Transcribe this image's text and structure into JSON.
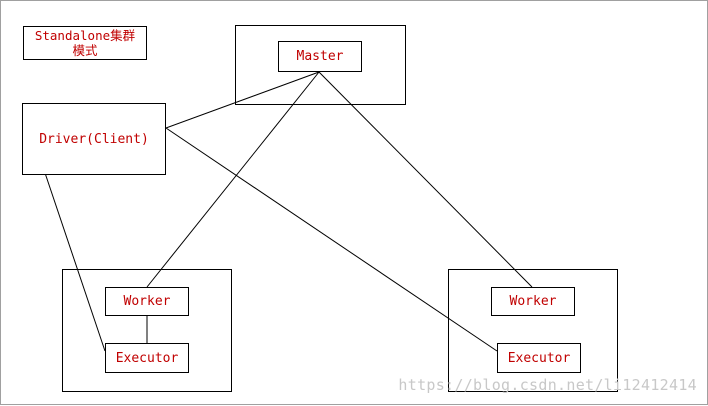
{
  "diagram": {
    "title": "Standalone集群\n模式",
    "nodes": {
      "master": "Master",
      "driver": "Driver(Client)",
      "worker_left": "Worker",
      "executor_left": "Executor",
      "worker_right": "Worker",
      "executor_right": "Executor"
    },
    "edges": [
      [
        "driver",
        "master"
      ],
      [
        "master",
        "worker_left"
      ],
      [
        "master",
        "worker_right"
      ],
      [
        "driver",
        "executor_left"
      ],
      [
        "driver",
        "executor_right"
      ],
      [
        "worker_left",
        "executor_left"
      ]
    ]
  },
  "watermark": "https://blog.csdn.net/li12412414"
}
